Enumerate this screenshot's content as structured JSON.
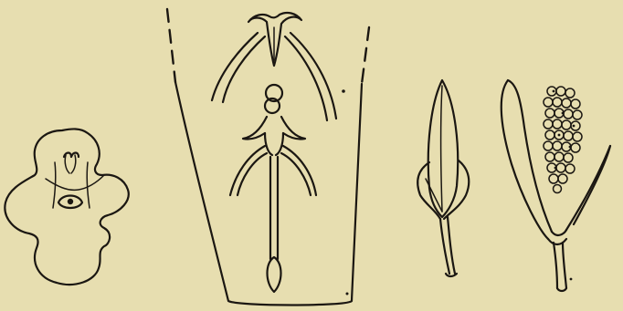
{
  "image": {
    "style": "botanical line engraving",
    "background_color": "#e7deb0",
    "ink_color": "#1b1712",
    "figures": [
      {
        "name": "flower-front-view"
      },
      {
        "name": "dissected-flower-column"
      },
      {
        "name": "closed-bud"
      },
      {
        "name": "open-spadix-with-seeds"
      }
    ]
  }
}
